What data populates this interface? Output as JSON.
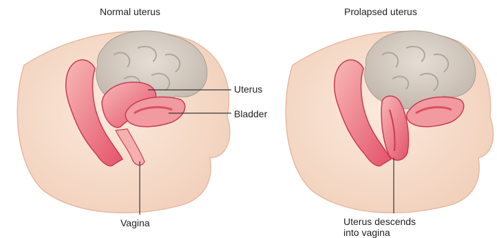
{
  "titles": {
    "left": "Normal uterus",
    "right": "Prolapsed uterus"
  },
  "labels": {
    "uterus": "Uterus",
    "bladder": "Bladder",
    "vagina": "Vagina",
    "descends_line1": "Uterus descends",
    "descends_line2": "into vagina"
  },
  "colors": {
    "skin": "#f6dccb",
    "skin_dark": "#e9bea6",
    "bowel": "#cfc6bd",
    "tissue": "#e8546a",
    "tissue_light": "#f4a8a8",
    "leader_line": "#333333"
  }
}
